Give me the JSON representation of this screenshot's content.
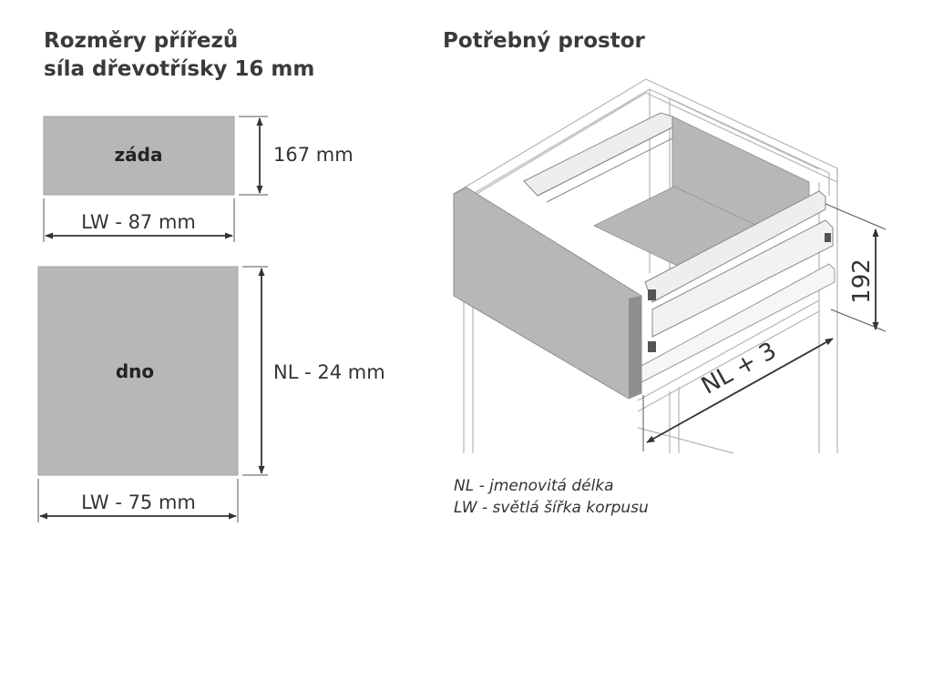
{
  "left_heading": {
    "line1": "Rozměry přířezů",
    "line2": "síla dřevotřísky 16 mm"
  },
  "right_heading": "Potřebný prostor",
  "back_panel": {
    "label": "záda",
    "height_label": "167 mm",
    "width_label": "LW - 87 mm"
  },
  "bottom_panel": {
    "label": "dno",
    "height_label": "NL - 24 mm",
    "width_label": "LW - 75 mm"
  },
  "drawer": {
    "height_label": "192",
    "depth_label": "NL + 3"
  },
  "legend": {
    "nl": "NL - jmenovitá délka",
    "lw": "LW - světlá šířka korpusu"
  },
  "colors": {
    "panel_fill": "#b7b7b7",
    "panel_stroke": "#9a9a9a",
    "line": "#333333",
    "cabinet_line": "#b5b5b5"
  }
}
